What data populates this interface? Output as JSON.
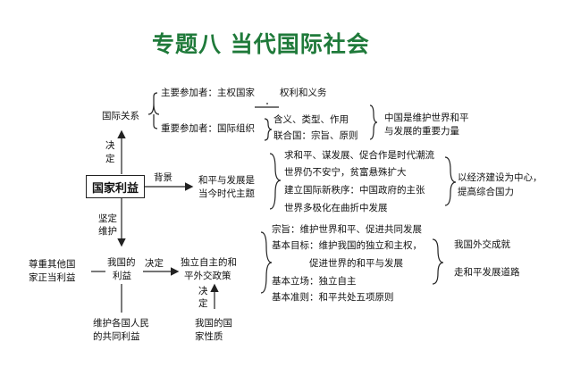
{
  "title": "专题八  当代国际社会",
  "nodes": {
    "guoji_guanxi": "国际关系",
    "main_p1": "主要参加者：主权国家",
    "main_p1_tail": "权利和义务",
    "main_p2": "重要参加者：国际组织",
    "org_items": [
      "含义、类型、作用",
      "联合国：宗旨、原则"
    ],
    "china_role": [
      "中国是维护世界和平",
      "与发展的重要力量"
    ],
    "jueding1": "决",
    "jueding2": "定",
    "guojia_liyi": "国家利益",
    "beijing": "背景",
    "peace_theme": [
      "和平与发展是",
      "当今时代主题"
    ],
    "theme_items": [
      "求和平、谋发展、促合作是时代潮流",
      "世界仍不安宁，贫富悬殊扩大",
      "建立国际新秩序：中国政府的主张",
      "世界多极化在曲折中发展"
    ],
    "econ_center": [
      "以经济建设为中心，",
      "提高综合国力"
    ],
    "jianding": [
      "坚定",
      "维护"
    ],
    "wo_guo_liyi": [
      "我国的",
      "利益"
    ],
    "juedingl": "决定",
    "independent": [
      "独立自主的和",
      "平外交政策"
    ],
    "respect": [
      "尊重其他国",
      "家正当利益"
    ],
    "policy_items": [
      "宗旨：维护世界和平、促进共同发展",
      "基本目标：维护我国的独立和主权，",
      "促进世界的和平与发展",
      "基本立场：独立自主",
      "基本准则：和平共处五项原则"
    ],
    "achievements": [
      "我国外交成就",
      "走和平发展道路"
    ],
    "common": [
      "维护各国人民",
      "的共同利益"
    ],
    "juedingv": [
      "决",
      "定"
    ],
    "nature": [
      "我国的国",
      "家性质"
    ]
  }
}
